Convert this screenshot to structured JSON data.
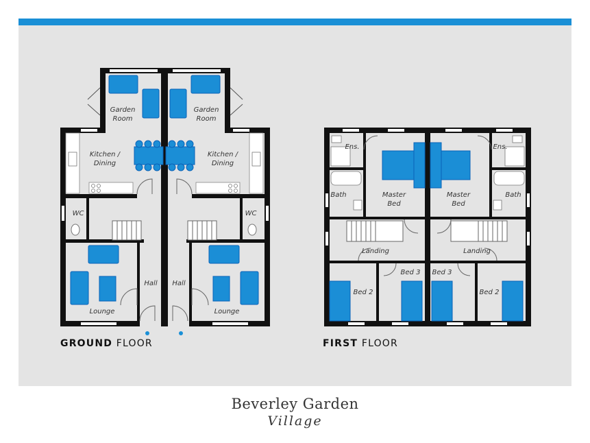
{
  "colors": {
    "accent": "#1a8fd6",
    "furniture": "#1b8ed6",
    "wall": "#111111",
    "background": "#e4e4e4",
    "bed_dark": "#0a62b8"
  },
  "floors": {
    "ground": {
      "bold": "GROUND",
      "rest": " FLOOR"
    },
    "first": {
      "bold": "FIRST",
      "rest": " FLOOR"
    }
  },
  "rooms": {
    "garden_room_l": [
      "Garden",
      "Room"
    ],
    "garden_room_r": [
      "Garden",
      "Room"
    ],
    "kitchen_l": [
      "Kitchen /",
      "Dining"
    ],
    "kitchen_r": [
      "Kitchen /",
      "Dining"
    ],
    "wc_l": "WC",
    "wc_r": "WC",
    "hall_l": "Hall",
    "hall_r": "Hall",
    "lounge_l": "Lounge",
    "lounge_r": "Lounge",
    "ens_l": "Ens.",
    "ens_r": "Ens.",
    "bath_l": "Bath",
    "bath_r": "Bath",
    "master_l": [
      "Master",
      "Bed"
    ],
    "master_r": [
      "Master",
      "Bed"
    ],
    "landing_l": "Landing",
    "landing_r": "Landing",
    "bed2_l": "Bed 2",
    "bed2_r": "Bed 2",
    "bed3_l": "Bed 3",
    "bed3_r": "Bed 3"
  },
  "brand": {
    "line1": "Beverley Garden",
    "line2": "Village"
  }
}
